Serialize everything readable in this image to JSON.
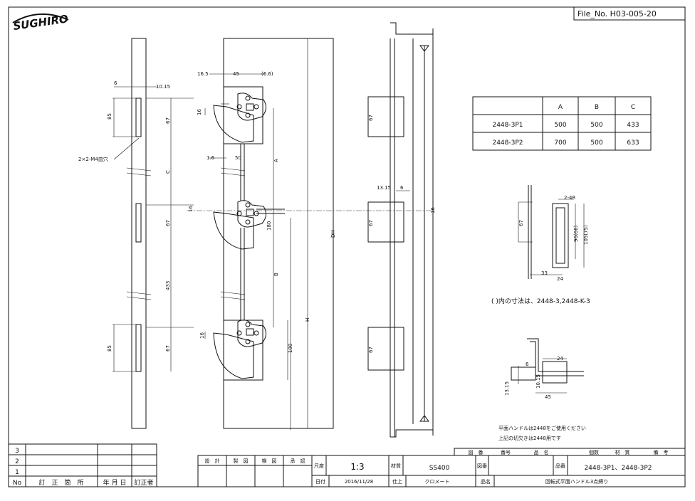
{
  "logo": {
    "text": "SUGHIRO"
  },
  "file_no": "File_No.  H03-005-20",
  "table": {
    "headers": [
      "",
      "A",
      "B",
      "C"
    ],
    "rows": [
      [
        "2448-3P1",
        "500",
        "500",
        "433"
      ],
      [
        "2448-3P2",
        "700",
        "500",
        "633"
      ]
    ]
  },
  "dims": {
    "d6": "6",
    "d1015": "10.15",
    "d85a": "85",
    "d67a": "67",
    "dC": "C",
    "d16mark": "16",
    "d67b": "67",
    "d433": "433",
    "d85b": "85",
    "d67c": "67",
    "hole": "2×2-M4皿穴",
    "d165": "16.5",
    "d45": "45",
    "d66p": "(6.6)",
    "d16a": "16",
    "d16b": "1.6",
    "d50": "50",
    "dA": "A",
    "d16c": "16",
    "d180": "180",
    "dB": "B",
    "dDH": "DH",
    "dH": "H",
    "d16d": "16",
    "d100": "100",
    "r67a": "67",
    "r67b": "67",
    "r67c": "67",
    "d1315": "13.15",
    "r6": "6",
    "r16": "16",
    "s67": "67",
    "s24r": "2-4R",
    "s96": "96(66)",
    "s105": "105(75)",
    "s33": "33",
    "s24": "24",
    "p6": "6",
    "p24": "24",
    "p1015": "10.15",
    "p1315": "13.15",
    "p45": "45"
  },
  "notes": {
    "paren": "( )内の寸法は、2448-3,2448-K-3",
    "line1": "平面ハンドルは2448をご使用ください",
    "line2": "上記の切欠きは2448用です"
  },
  "revision": {
    "rows": [
      "3",
      "2",
      "1"
    ],
    "headers": [
      "No",
      "訂　正　箇　所",
      "年 月 日",
      "訂正者"
    ]
  },
  "titleblock": {
    "roles": [
      "設　計",
      "製　図",
      "検　図",
      "承　認"
    ],
    "scale_label": "尺度",
    "scale": "1:3",
    "date_label": "日付",
    "date": "2016/11/28",
    "material_label": "材質",
    "material": "SS400",
    "finish_label": "仕上",
    "finish": "クロメート",
    "drawing_label": "図番",
    "part_label": "品番",
    "part": "2448-3P1、2448-3P2",
    "name_label": "品名",
    "name": "回転式平面ハンドル3点締り",
    "parts_headers": [
      "図　番",
      "番号",
      "品　名",
      "個数",
      "材　質",
      "備　考"
    ]
  }
}
